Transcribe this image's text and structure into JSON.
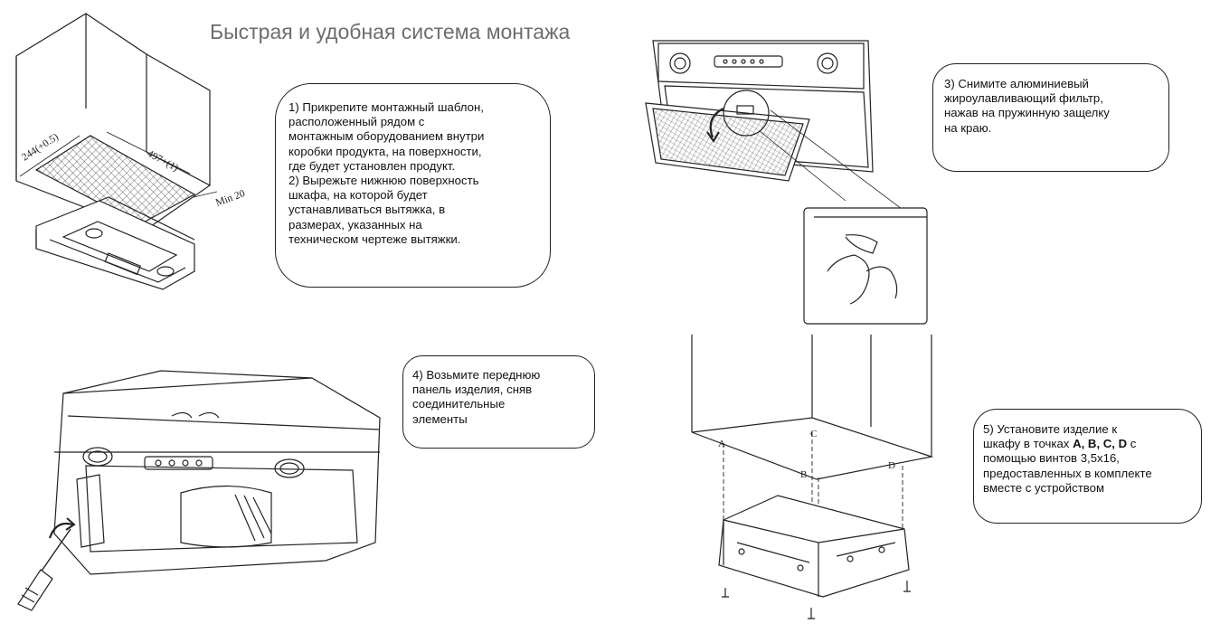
{
  "title": "Быстрая и удобная система монтажа",
  "step1": {
    "lines": [
      "1) Прикрепите монтажный шаблон,",
      "расположенный рядом с",
      "монтажным оборудованием внутри",
      "коробки продукта, на поверхности,",
      "где будет установлен продукт.",
      "2)  Вырежьте нижнюю поверхность",
      "шкафа, на которой будет",
      "устанавливаться вытяжка, в",
      "размерах, указанных на",
      "техническом чертеже вытяжки."
    ]
  },
  "step3": {
    "lines": [
      "3) Снимите алюминиевый",
      "жироулавливающий фильтр,",
      "нажав на пружинную защелку",
      "на краю."
    ]
  },
  "step4": {
    "lines": [
      "4) Возьмите переднюю",
      "панель изделия, сняв",
      "соединительные",
      "элементы"
    ]
  },
  "step5": {
    "line1": "5) Установите изделие к",
    "line2_pre": "шкафу в точках ",
    "line2_bold": "A, B, C, D",
    "line2_post": "  с",
    "line3": "помощью винтов 3,5x16,",
    "line4": "предоставленных в комплекте",
    "line5": "вместе с устройством"
  },
  "dimensions": {
    "depth": "244(+0.5)",
    "width": "497+(1)",
    "min": "Min 20"
  },
  "points": {
    "a": "A",
    "b": "B",
    "c": "C",
    "d": "D"
  }
}
